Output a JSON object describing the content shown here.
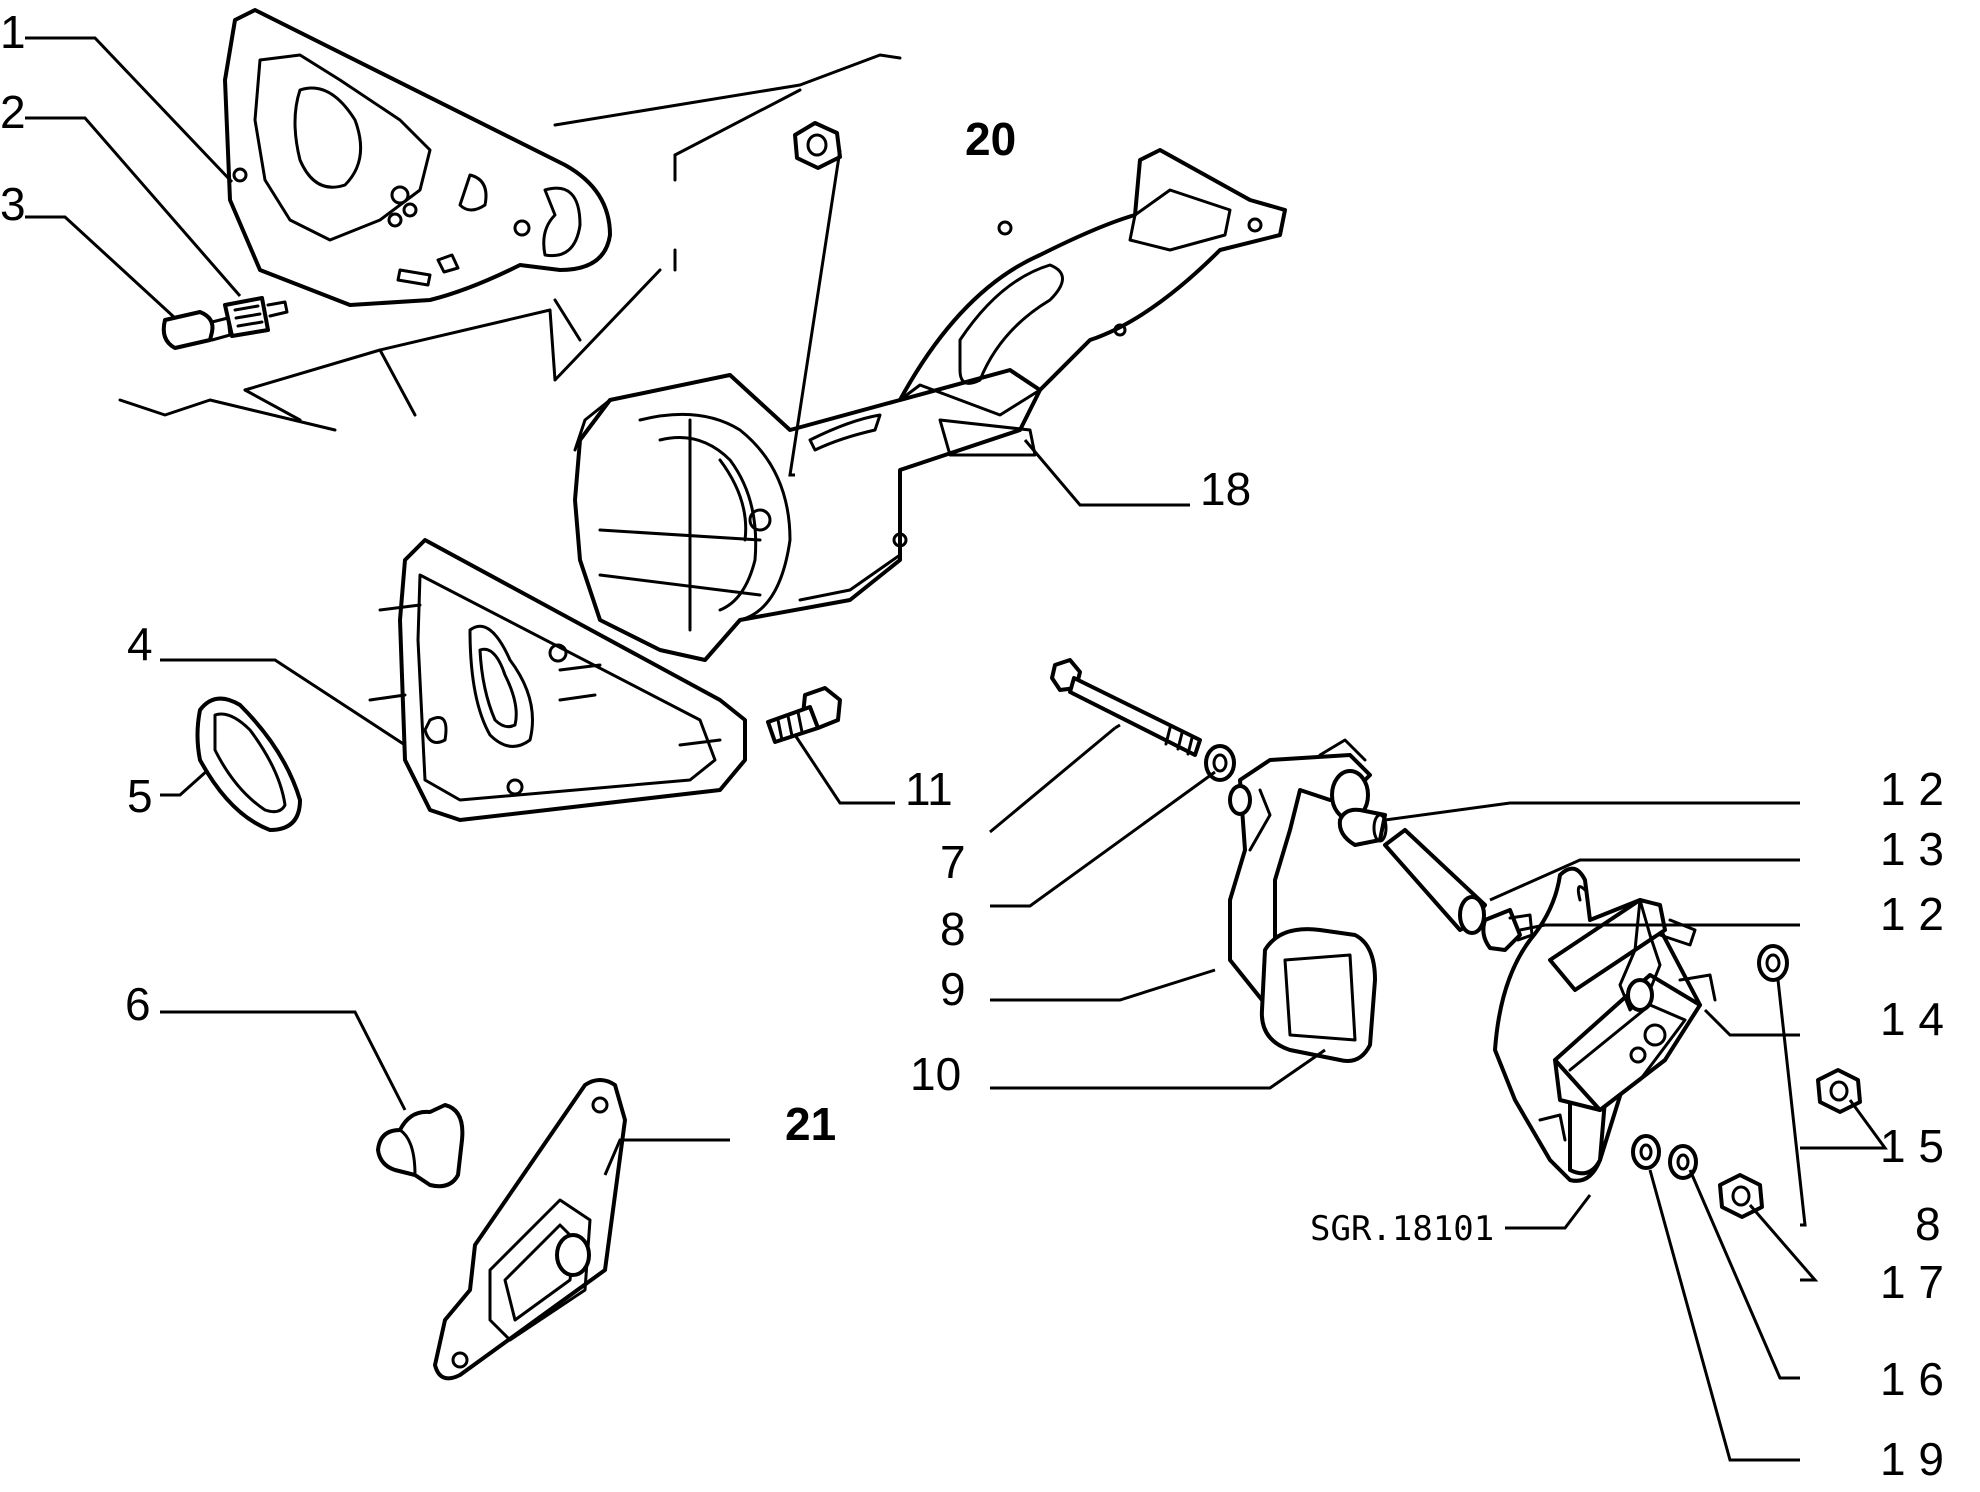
{
  "callouts": {
    "c1": "1",
    "c2": "2",
    "c3": "3",
    "c4": "4",
    "c5": "5",
    "c6": "6",
    "c7": "7",
    "c8a": "8",
    "c8b": "8",
    "c9": "9",
    "c10": "10",
    "c11": "11",
    "c12a": "1 2",
    "c12b": "1 2",
    "c13": "1 3",
    "c14": "1 4",
    "c15": "1 5",
    "c16": "1 6",
    "c17": "1 7",
    "c18": "18",
    "c19": "1 9",
    "c20": "20",
    "c21": "21"
  },
  "reference_code": "SGR.18101"
}
